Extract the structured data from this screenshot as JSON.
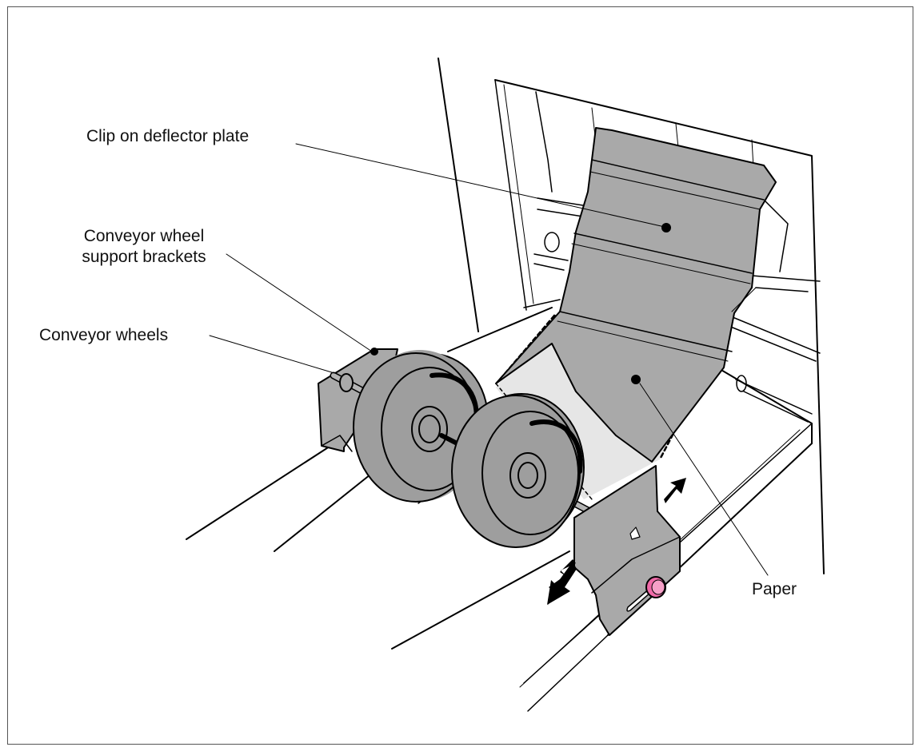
{
  "labels": {
    "deflector": "Clip on deflector plate",
    "brackets_line1": "Conveyor wheel",
    "brackets_line2": "support brackets",
    "wheels": "Conveyor wheels",
    "paper": "Paper"
  },
  "colors": {
    "plate_gray": "#a9a9a9",
    "wheel_gray": "#9e9e9e",
    "paper_fill": "#e6e6e6",
    "knob_pink": "#f06aa8",
    "outline": "#000000"
  }
}
